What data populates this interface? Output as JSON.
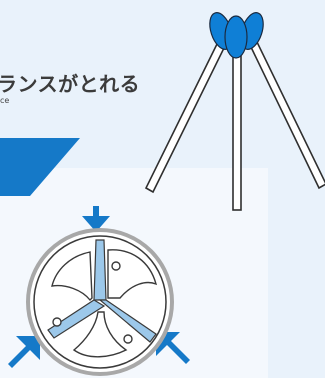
{
  "heading": {
    "title": "ランスがとれる",
    "subtitle": "ce"
  },
  "colors": {
    "background": "#e9f2fb",
    "panel": "#f4f8fd",
    "accent_blue": "#1579c8",
    "swab_tip": "#0f7fd6",
    "light_blue_channel": "#9cc8ea",
    "outline": "#3a3a3a",
    "ring": "#a8a8a8"
  },
  "icons": [
    "three-cotton-swabs-tripod",
    "down-triangle-icon",
    "arrow-icon",
    "hexagonal-cross-section-diagram"
  ]
}
